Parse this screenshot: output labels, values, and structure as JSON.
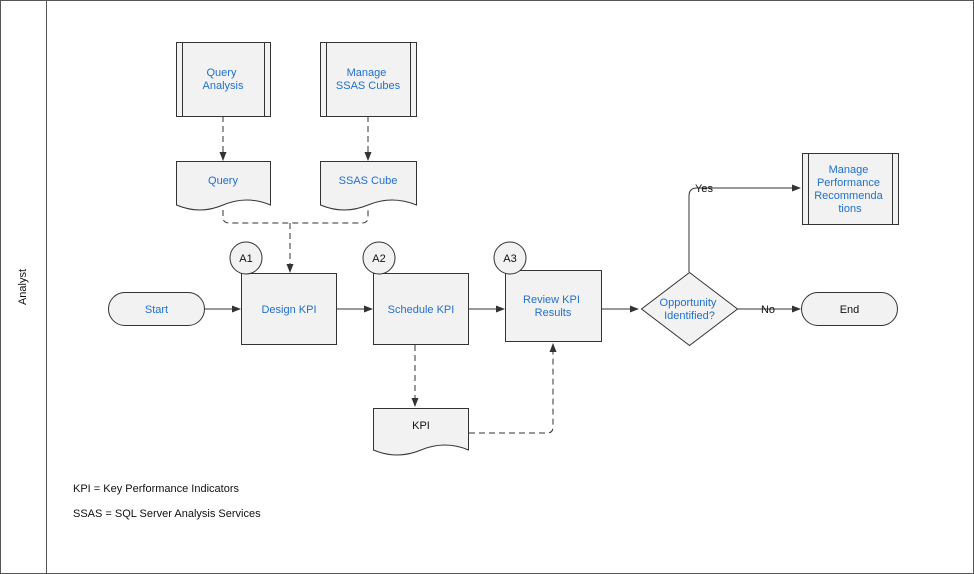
{
  "lane": {
    "label": "Analyst"
  },
  "colors": {
    "link": "#1f6fd0",
    "text": "#111111",
    "stroke": "#333333",
    "box_fill": "#f2f2f2",
    "border": "#555555"
  },
  "nodes": {
    "query_analysis": {
      "lines": [
        "Query",
        "Analysis"
      ],
      "link": true
    },
    "manage_ssas": {
      "lines": [
        "Manage",
        "SSAS Cubes"
      ],
      "link": true
    },
    "query_doc": {
      "lines": [
        "Query"
      ],
      "link": true
    },
    "ssas_cube_doc": {
      "lines": [
        "SSAS Cube"
      ],
      "link": true
    },
    "start": {
      "lines": [
        "Start"
      ],
      "link": true
    },
    "design_kpi": {
      "lines": [
        "Design KPI"
      ],
      "link": true
    },
    "schedule_kpi": {
      "lines": [
        "Schedule KPI"
      ],
      "link": true
    },
    "review_kpi": {
      "lines": [
        "Review KPI",
        "Results"
      ],
      "link": true
    },
    "opportunity": {
      "lines": [
        "Opportunity",
        "Identified?"
      ],
      "link": true
    },
    "end": {
      "lines": [
        "End"
      ],
      "link": false
    },
    "manage_perf": {
      "lines": [
        "Manage",
        "Performance",
        "Recommenda",
        "tions"
      ],
      "link": true
    },
    "kpi_doc": {
      "lines": [
        "KPI"
      ],
      "link": false
    }
  },
  "step_labels": {
    "a1": "A1",
    "a2": "A2",
    "a3": "A3"
  },
  "edge_labels": {
    "yes": "Yes",
    "no": "No"
  },
  "legend": {
    "kpi": "KPI = Key Performance Indicators",
    "ssas": "SSAS = SQL Server Analysis Services"
  }
}
